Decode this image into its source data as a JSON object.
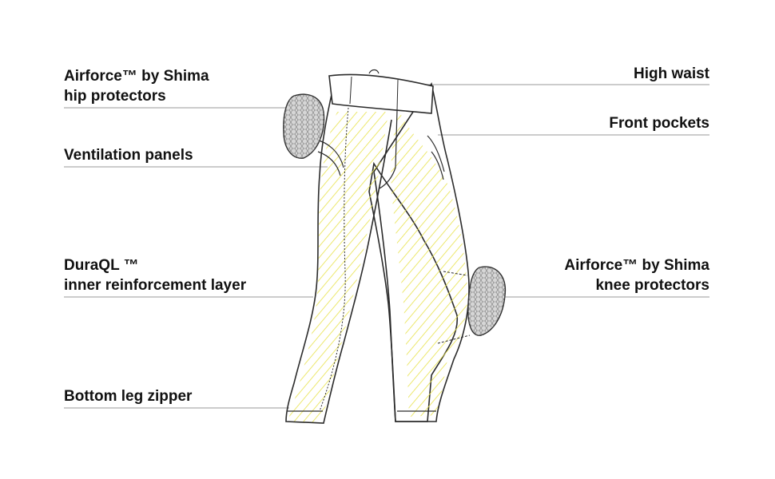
{
  "callouts": {
    "hip_protectors": {
      "line1": "Airforce™ by Shima",
      "line2": "hip protectors"
    },
    "ventilation": {
      "text": "Ventilation panels"
    },
    "duraql": {
      "line1": "DuraQL ™",
      "line2": "inner reinforcement layer"
    },
    "zipper": {
      "text": "Bottom leg zipper"
    },
    "high_waist": {
      "text": "High waist"
    },
    "front_pockets": {
      "text": "Front pockets"
    },
    "knee_protectors": {
      "line1": "Airforce™ by Shima",
      "line2": "knee protectors"
    }
  },
  "colors": {
    "text": "#111111",
    "leader_line": "#9a9a9a",
    "outline": "#2b2b2b",
    "reinforcement_hatch": "#e8e24a",
    "protector_fill": "#d6d6d6"
  }
}
